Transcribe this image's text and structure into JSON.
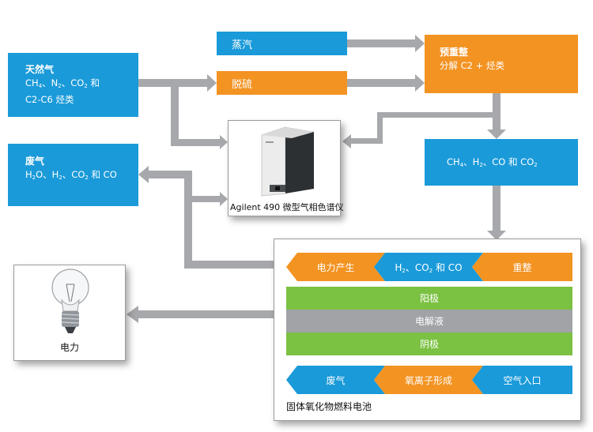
{
  "colors": {
    "blue": "#1a9ad9",
    "orange": "#f39322",
    "green": "#7bc142",
    "gray": "#a2a3a7",
    "arrow": "#a7a8ac"
  },
  "natural_gas": {
    "title": "天然气",
    "line1": [
      "CH",
      "4",
      "、N",
      "2",
      "、CO",
      "2",
      " 和"
    ],
    "line2": "C2-C6 烃类"
  },
  "exhaust_box": {
    "title": "废气",
    "line1": [
      "H",
      "2",
      "O、H",
      "2",
      "、CO",
      "2",
      " 和 CO"
    ]
  },
  "steam": {
    "label": "蒸汽"
  },
  "desulfurization": {
    "label": "脱硫"
  },
  "pre_reforming": {
    "title": "预重整",
    "text": "分解 C2 + 烃类"
  },
  "gas_mix": {
    "text": [
      "CH",
      "4",
      "、H",
      "2",
      "、CO 和 CO",
      "2"
    ]
  },
  "gc": {
    "caption": "Agilent 490 微型气相色谱仪",
    "icon": "gas-chromatograph-instrument"
  },
  "power": {
    "caption": "电力",
    "icon": "light-bulb"
  },
  "fuel_cell": {
    "caption": "固体氧化物燃料电池",
    "top_row": [
      {
        "label": "电力产生"
      },
      {
        "label_parts": [
          "H",
          "2",
          "、CO",
          "2",
          " 和 CO"
        ]
      },
      {
        "label": "重整"
      }
    ],
    "anode": "阳极",
    "electrolyte": "电解液",
    "cathode": "阴极",
    "bottom_row": [
      {
        "label": "废气"
      },
      {
        "label": "氧离子形成"
      },
      {
        "label": "空气入口"
      }
    ]
  }
}
